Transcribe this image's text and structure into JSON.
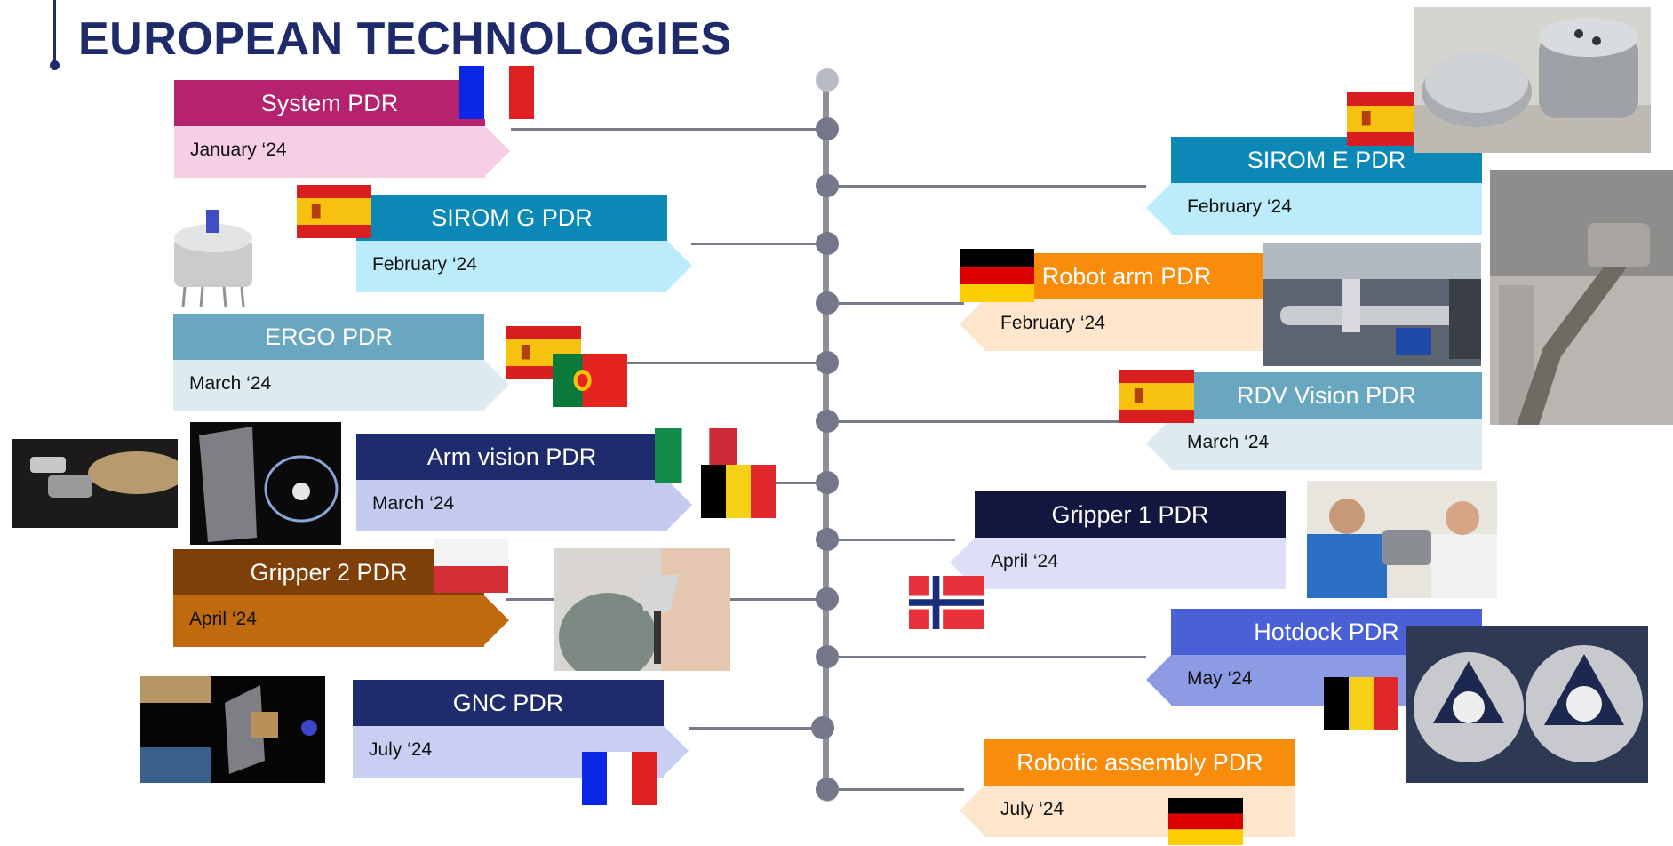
{
  "title": "EUROPEAN TECHNOLOGIES",
  "milestones": {
    "system": {
      "name": "System PDR",
      "date": "January ‘24",
      "flag": "france",
      "head_color": "#b5226e",
      "body_color": "#f5cfe3"
    },
    "sirom_g": {
      "name": "SIROM G PDR",
      "date": "February ‘24",
      "flag": "spain",
      "head_color": "#0b88b5",
      "body_color": "#bcecfb"
    },
    "ergo": {
      "name": "ERGO PDR",
      "date": "March ‘24",
      "flag": "spain-portugal",
      "head_color": "#68a7bf",
      "body_color": "#ddebf0"
    },
    "arm_vision": {
      "name": "Arm vision PDR",
      "date": "March ‘24",
      "flag": "italy-belgium",
      "head_color": "#1e2c6e",
      "body_color": "#c4caf0"
    },
    "gripper2": {
      "name": "Gripper 2 PDR",
      "date": "April ‘24",
      "flag": "poland",
      "head_color": "#7f3f08",
      "body_color": "#c06a0e"
    },
    "gnc": {
      "name": "GNC PDR",
      "date": "July ‘24",
      "flag": "france",
      "head_color": "#1e2c6e",
      "body_color": "#c9cff2"
    },
    "sirom_e": {
      "name": "SIROM E PDR",
      "date": "February ‘24",
      "flag": "spain",
      "head_color": "#0b88b5",
      "body_color": "#bcecfb"
    },
    "robot_arm": {
      "name": "Robot arm PDR",
      "date": "February ‘24",
      "flag": "germany",
      "head_color": "#f98c0a",
      "body_color": "#fde6cc"
    },
    "rdv_vision": {
      "name": "RDV Vision PDR",
      "date": "March ‘24",
      "flag": "spain",
      "head_color": "#68a7bf",
      "body_color": "#ddebf0"
    },
    "gripper1": {
      "name": "Gripper 1 PDR",
      "date": "April ‘24",
      "flag": "norway",
      "head_color": "#13163f",
      "body_color": "#dcdff6"
    },
    "hotdock": {
      "name": "Hotdock PDR",
      "date": "May ‘24",
      "flag": "belgium",
      "head_color": "#4a60d4",
      "body_color": "#8d9be4"
    },
    "robotic_assembly": {
      "name": "Robotic assembly PDR",
      "date": "July ‘24",
      "flag": "germany",
      "head_color": "#f98c0a",
      "body_color": "#fde6cc"
    }
  }
}
